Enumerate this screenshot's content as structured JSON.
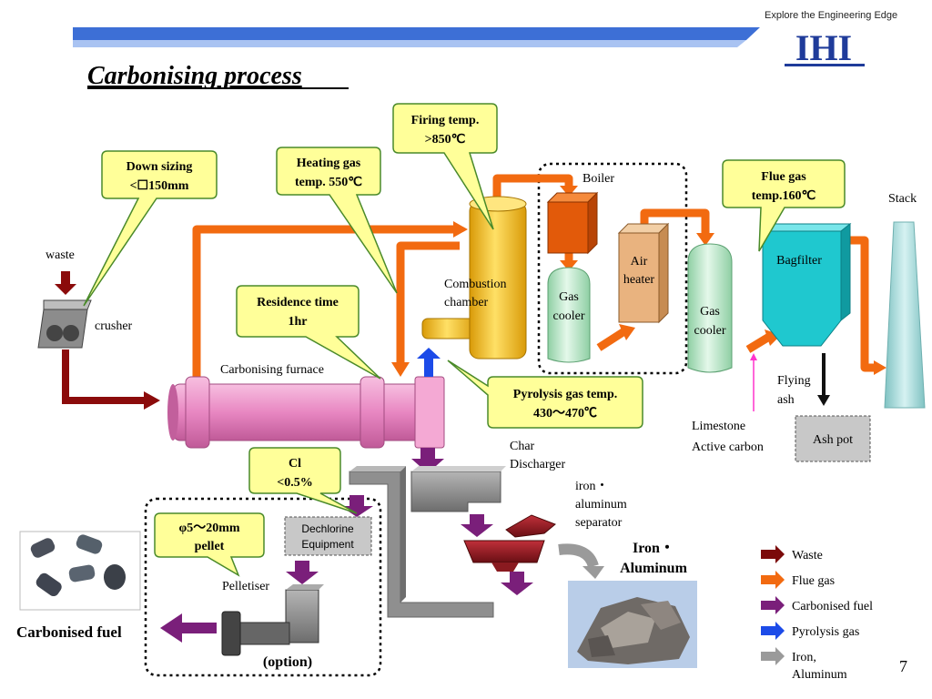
{
  "header": {
    "tagline": "Explore the Engineering Edge",
    "logo_text": "IHI",
    "title": "Carbonising process",
    "page_number": "7"
  },
  "callouts": {
    "down_sizing": [
      "Down sizing",
      "<☐150mm"
    ],
    "heating_gas": [
      "Heating gas",
      "temp. 550℃"
    ],
    "firing_temp": [
      "Firing temp.",
      ">850℃"
    ],
    "flue_gas_temp": [
      "Flue gas",
      "temp.160℃"
    ],
    "residence_time": [
      "Residence time",
      "1hr"
    ],
    "pyrolysis_gas_temp": [
      "Pyrolysis gas temp.",
      "430～470℃"
    ],
    "cl": [
      "Cl",
      "<0.5%"
    ],
    "pellet": [
      "φ5～20mm",
      "pellet"
    ]
  },
  "labels": {
    "waste": "waste",
    "crusher": "crusher",
    "carbonising_furnace": "Carbonising furnace",
    "combustion_chamber": [
      "Combustion",
      "chamber"
    ],
    "boiler": "Boiler",
    "gas_cooler_1": [
      "Gas",
      "cooler"
    ],
    "air_heater": [
      "Air",
      "heater"
    ],
    "gas_cooler_2": [
      "Gas",
      "cooler"
    ],
    "bagfilter": "Bagfilter",
    "stack": "Stack",
    "flying_ash": [
      "Flying",
      "ash"
    ],
    "ash_pot": "Ash pot",
    "limestone": "Limestone",
    "active_carbon": "Active carbon",
    "char_discharger": [
      "Char",
      "Discharger"
    ],
    "iron_aluminum_separator": [
      "iron・",
      "aluminum",
      "separator"
    ],
    "iron_aluminum": [
      "Iron・",
      "Aluminum"
    ],
    "dechlorine_equipment": [
      "Dechlorine",
      "Equipment"
    ],
    "pelletiser": "Pelletiser",
    "carbonised_fuel": "Carbonised fuel",
    "option": "(option)"
  },
  "legend": [
    {
      "label": "Waste",
      "color": "#7b0a0a"
    },
    {
      "label": "Flue gas",
      "color": "#f26a10"
    },
    {
      "label": "Carbonised fuel",
      "color": "#7a1f7a"
    },
    {
      "label": "Pyrolysis gas",
      "color": "#1c4be8"
    },
    {
      "label": "Iron,",
      "label2": "Aluminum",
      "color": "#9a9a9a"
    }
  ],
  "colors": {
    "callout_fill": "#ffff99",
    "callout_stroke": "#4a8a2a",
    "furnace": "#e887c2",
    "combustion": "#f2c31a",
    "boiler": "#e25a0a",
    "gas_cooler": "#b9e8c6",
    "air_heater": "#e9b37f",
    "bagfilter": "#1fc8cf",
    "stack": "#a8dcdc",
    "header_band": "#3d6fd6"
  }
}
